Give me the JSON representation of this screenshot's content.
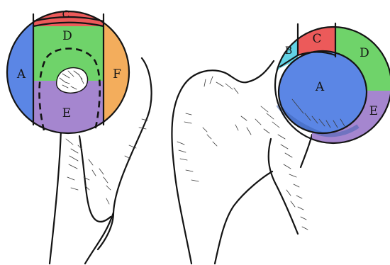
{
  "figure": {
    "left_view": {
      "regions": [
        {
          "id": "A",
          "label": "A",
          "color": "#5b86e5"
        },
        {
          "id": "C",
          "label": "C",
          "color": "#ec5a5a"
        },
        {
          "id": "D",
          "label": "D",
          "color": "#6fd36a"
        },
        {
          "id": "E",
          "label": "E",
          "color": "#a586cf"
        },
        {
          "id": "F",
          "label": "F",
          "color": "#f3ad5c"
        }
      ]
    },
    "right_view": {
      "regions": [
        {
          "id": "A",
          "label": "A",
          "color": "#5b86e5"
        },
        {
          "id": "B",
          "label": "B",
          "color": "#62d2e5"
        },
        {
          "id": "C",
          "label": "C",
          "color": "#ec5a5a"
        },
        {
          "id": "D",
          "label": "D",
          "color": "#6fd36a"
        },
        {
          "id": "E",
          "label": "E",
          "color": "#a586cf"
        }
      ]
    },
    "colors": {
      "outline": "#141414",
      "bone": "#ffffff",
      "hatch": "#3a3a3a"
    }
  }
}
